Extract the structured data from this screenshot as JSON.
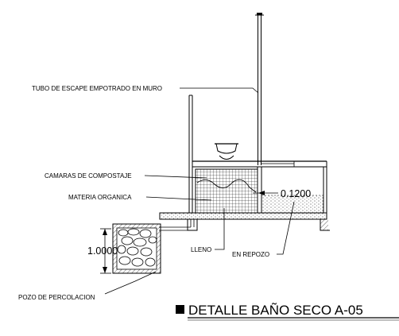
{
  "labels": {
    "vent_pipe": "TUBO DE ESCAPE EMPOTRADO EN MURO",
    "compost_chambers": "CAMARAS DE COMPOSTAJE",
    "organic_matter": "MATERIA ORGANICA",
    "full": "LLENO",
    "resting": "EN REPOZO",
    "percolation_pit": "POZO DE PERCOLACION"
  },
  "dimensions": {
    "chamber_height": "0.1200",
    "pit_depth": "1.0000"
  },
  "title": "DETALLE BAÑO SECO A-05"
}
